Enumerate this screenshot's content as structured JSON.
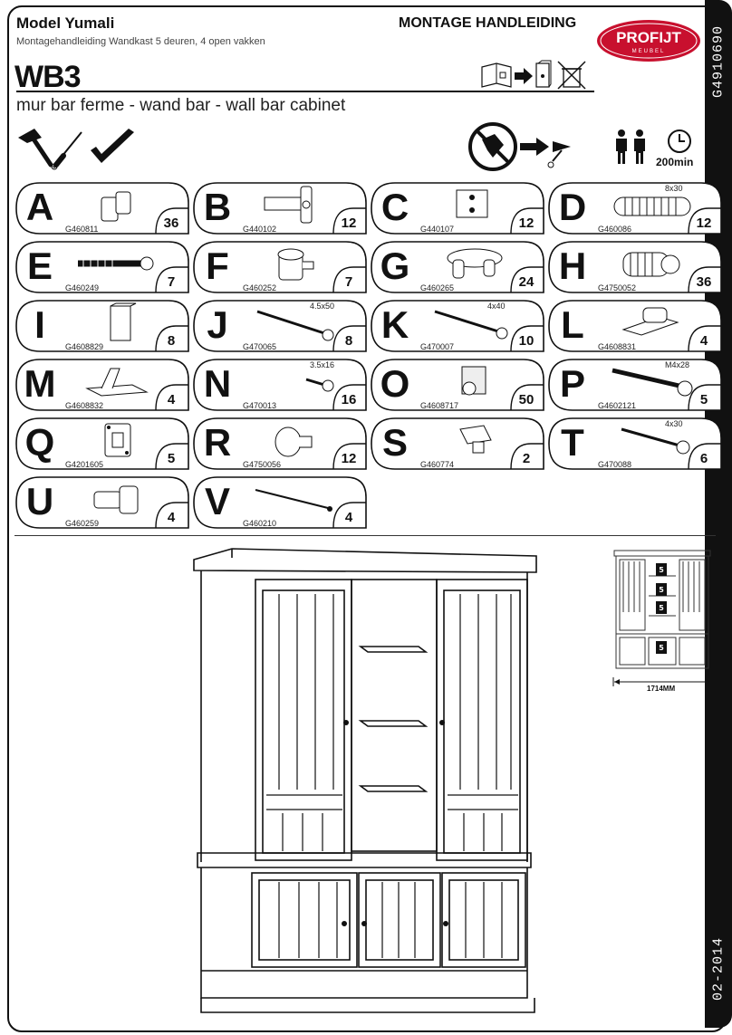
{
  "header": {
    "model": "Model Yumali",
    "subtitle": "Montagehandleiding Wandkast 5 deuren, 4 open vakken",
    "manual_title": "MONTAGE HANDLEIDING",
    "logo_text": "PROFIJT",
    "logo_sub": "MEUBEL",
    "product_code": "WB3",
    "variant": "mur bar ferme - wand bar - wall bar cabinet",
    "doc_number": "G4910690",
    "date": "02-2014"
  },
  "requirements": {
    "time": "200min",
    "tools_icon": "hammer-screwdriver-square-icon",
    "no_power_tool_icon": "no-power-drill-icon",
    "persons_icon": "two-persons-icon",
    "clock_icon": "clock-icon"
  },
  "parts": [
    {
      "letter": "A",
      "code": "G460811",
      "qty": "36",
      "dim": ""
    },
    {
      "letter": "B",
      "code": "G440102",
      "qty": "12",
      "dim": ""
    },
    {
      "letter": "C",
      "code": "G440107",
      "qty": "12",
      "dim": ""
    },
    {
      "letter": "D",
      "code": "G460086",
      "qty": "12",
      "dim": "8x30"
    },
    {
      "letter": "E",
      "code": "G460249",
      "qty": "7",
      "dim": ""
    },
    {
      "letter": "F",
      "code": "G460252",
      "qty": "7",
      "dim": ""
    },
    {
      "letter": "G",
      "code": "G460265",
      "qty": "24",
      "dim": ""
    },
    {
      "letter": "H",
      "code": "G4750052",
      "qty": "36",
      "dim": ""
    },
    {
      "letter": "I",
      "code": "G4608829",
      "qty": "8",
      "dim": ""
    },
    {
      "letter": "J",
      "code": "G470065",
      "qty": "8",
      "dim": "4.5x50"
    },
    {
      "letter": "K",
      "code": "G470007",
      "qty": "10",
      "dim": "4x40"
    },
    {
      "letter": "L",
      "code": "G4608831",
      "qty": "4",
      "dim": ""
    },
    {
      "letter": "M",
      "code": "G4608832",
      "qty": "4",
      "dim": ""
    },
    {
      "letter": "N",
      "code": "G470013",
      "qty": "16",
      "dim": "3.5x16"
    },
    {
      "letter": "O",
      "code": "G4608717",
      "qty": "50",
      "dim": ""
    },
    {
      "letter": "P",
      "code": "G4602121",
      "qty": "5",
      "dim": "M4x28"
    },
    {
      "letter": "Q",
      "code": "G4201605",
      "qty": "5",
      "dim": ""
    },
    {
      "letter": "R",
      "code": "G4750056",
      "qty": "12",
      "dim": ""
    },
    {
      "letter": "S",
      "code": "G460774",
      "qty": "2",
      "dim": ""
    },
    {
      "letter": "T",
      "code": "G470088",
      "qty": "6",
      "dim": "4x30"
    },
    {
      "letter": "U",
      "code": "G460259",
      "qty": "4",
      "dim": ""
    },
    {
      "letter": "V",
      "code": "G460210",
      "qty": "4",
      "dim": ""
    }
  ],
  "overview": {
    "width_label": "1714MM",
    "badge": "5"
  }
}
